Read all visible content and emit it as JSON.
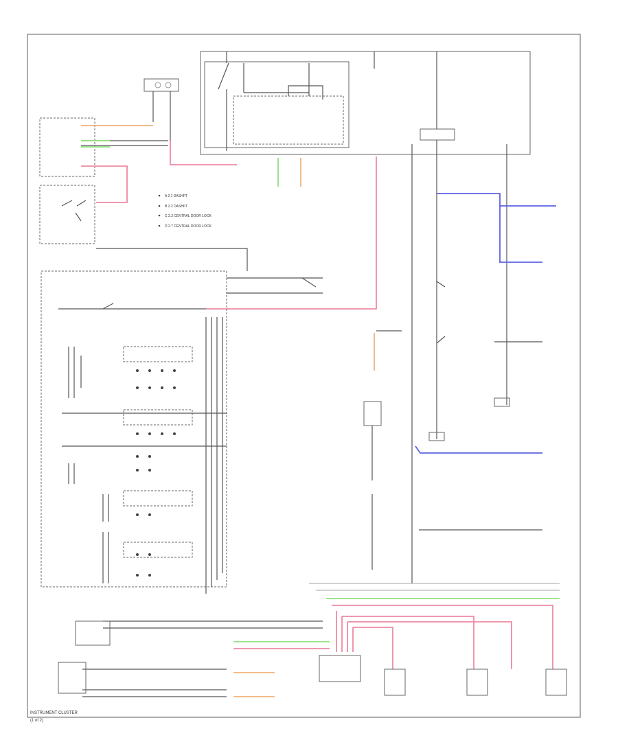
{
  "diagram": {
    "footer_left": "INSTRUMENT CLUSTER",
    "footer_corner": "(1 of 2)",
    "legend": [
      "A  2.1 DASHPT",
      "B  2.2 DASHPT",
      "C  2.3 CENTRAL DOOR LOCK",
      "D  2.7 CENTRAL DOOR LOCK"
    ],
    "colors": {
      "pink": "#ee8aa2",
      "blue": "#5c63e0",
      "green": "#8fe07a",
      "orange": "#f2b27a",
      "line": "#555555"
    }
  }
}
